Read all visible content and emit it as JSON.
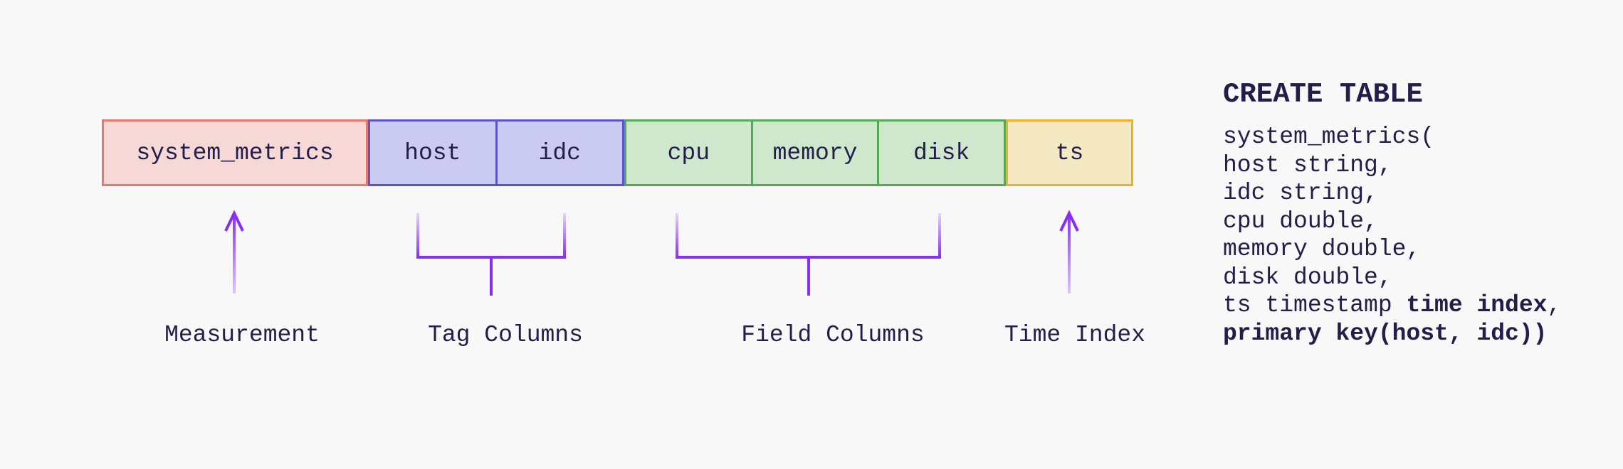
{
  "diagram": {
    "bar": {
      "measurement": "system_metrics",
      "tags": [
        "host",
        "idc"
      ],
      "fields": [
        "cpu",
        "memory",
        "disk"
      ],
      "time": "ts"
    },
    "labels": {
      "measurement": "Measurement",
      "tags": "Tag Columns",
      "fields": "Field Columns",
      "time": "Time Index"
    },
    "colors": {
      "background": "#f8f8f9",
      "text": "#231d4a",
      "measurement_fill": "#f6d8d6",
      "measurement_border": "#e2796e",
      "tag_fill": "#cbcaf2",
      "tag_border": "#5b55cc",
      "field_fill": "#cfe7cd",
      "field_border": "#55a855",
      "time_fill": "#f5e9c3",
      "time_border": "#e6b32b",
      "annotation_purple": "#8a2df2",
      "annotation_purple_light": "#d9cbf6"
    }
  },
  "sql": {
    "heading": "CREATE TABLE",
    "lines": [
      {
        "text": "system_metrics("
      },
      {
        "text": "host string,"
      },
      {
        "text": "idc string,"
      },
      {
        "text": "cpu double,"
      },
      {
        "text": "memory double,"
      },
      {
        "text": "disk double,"
      },
      {
        "pre": "ts timestamp ",
        "bold": "time index",
        "post": ","
      },
      {
        "bold": "primary key(host, idc))"
      }
    ]
  }
}
